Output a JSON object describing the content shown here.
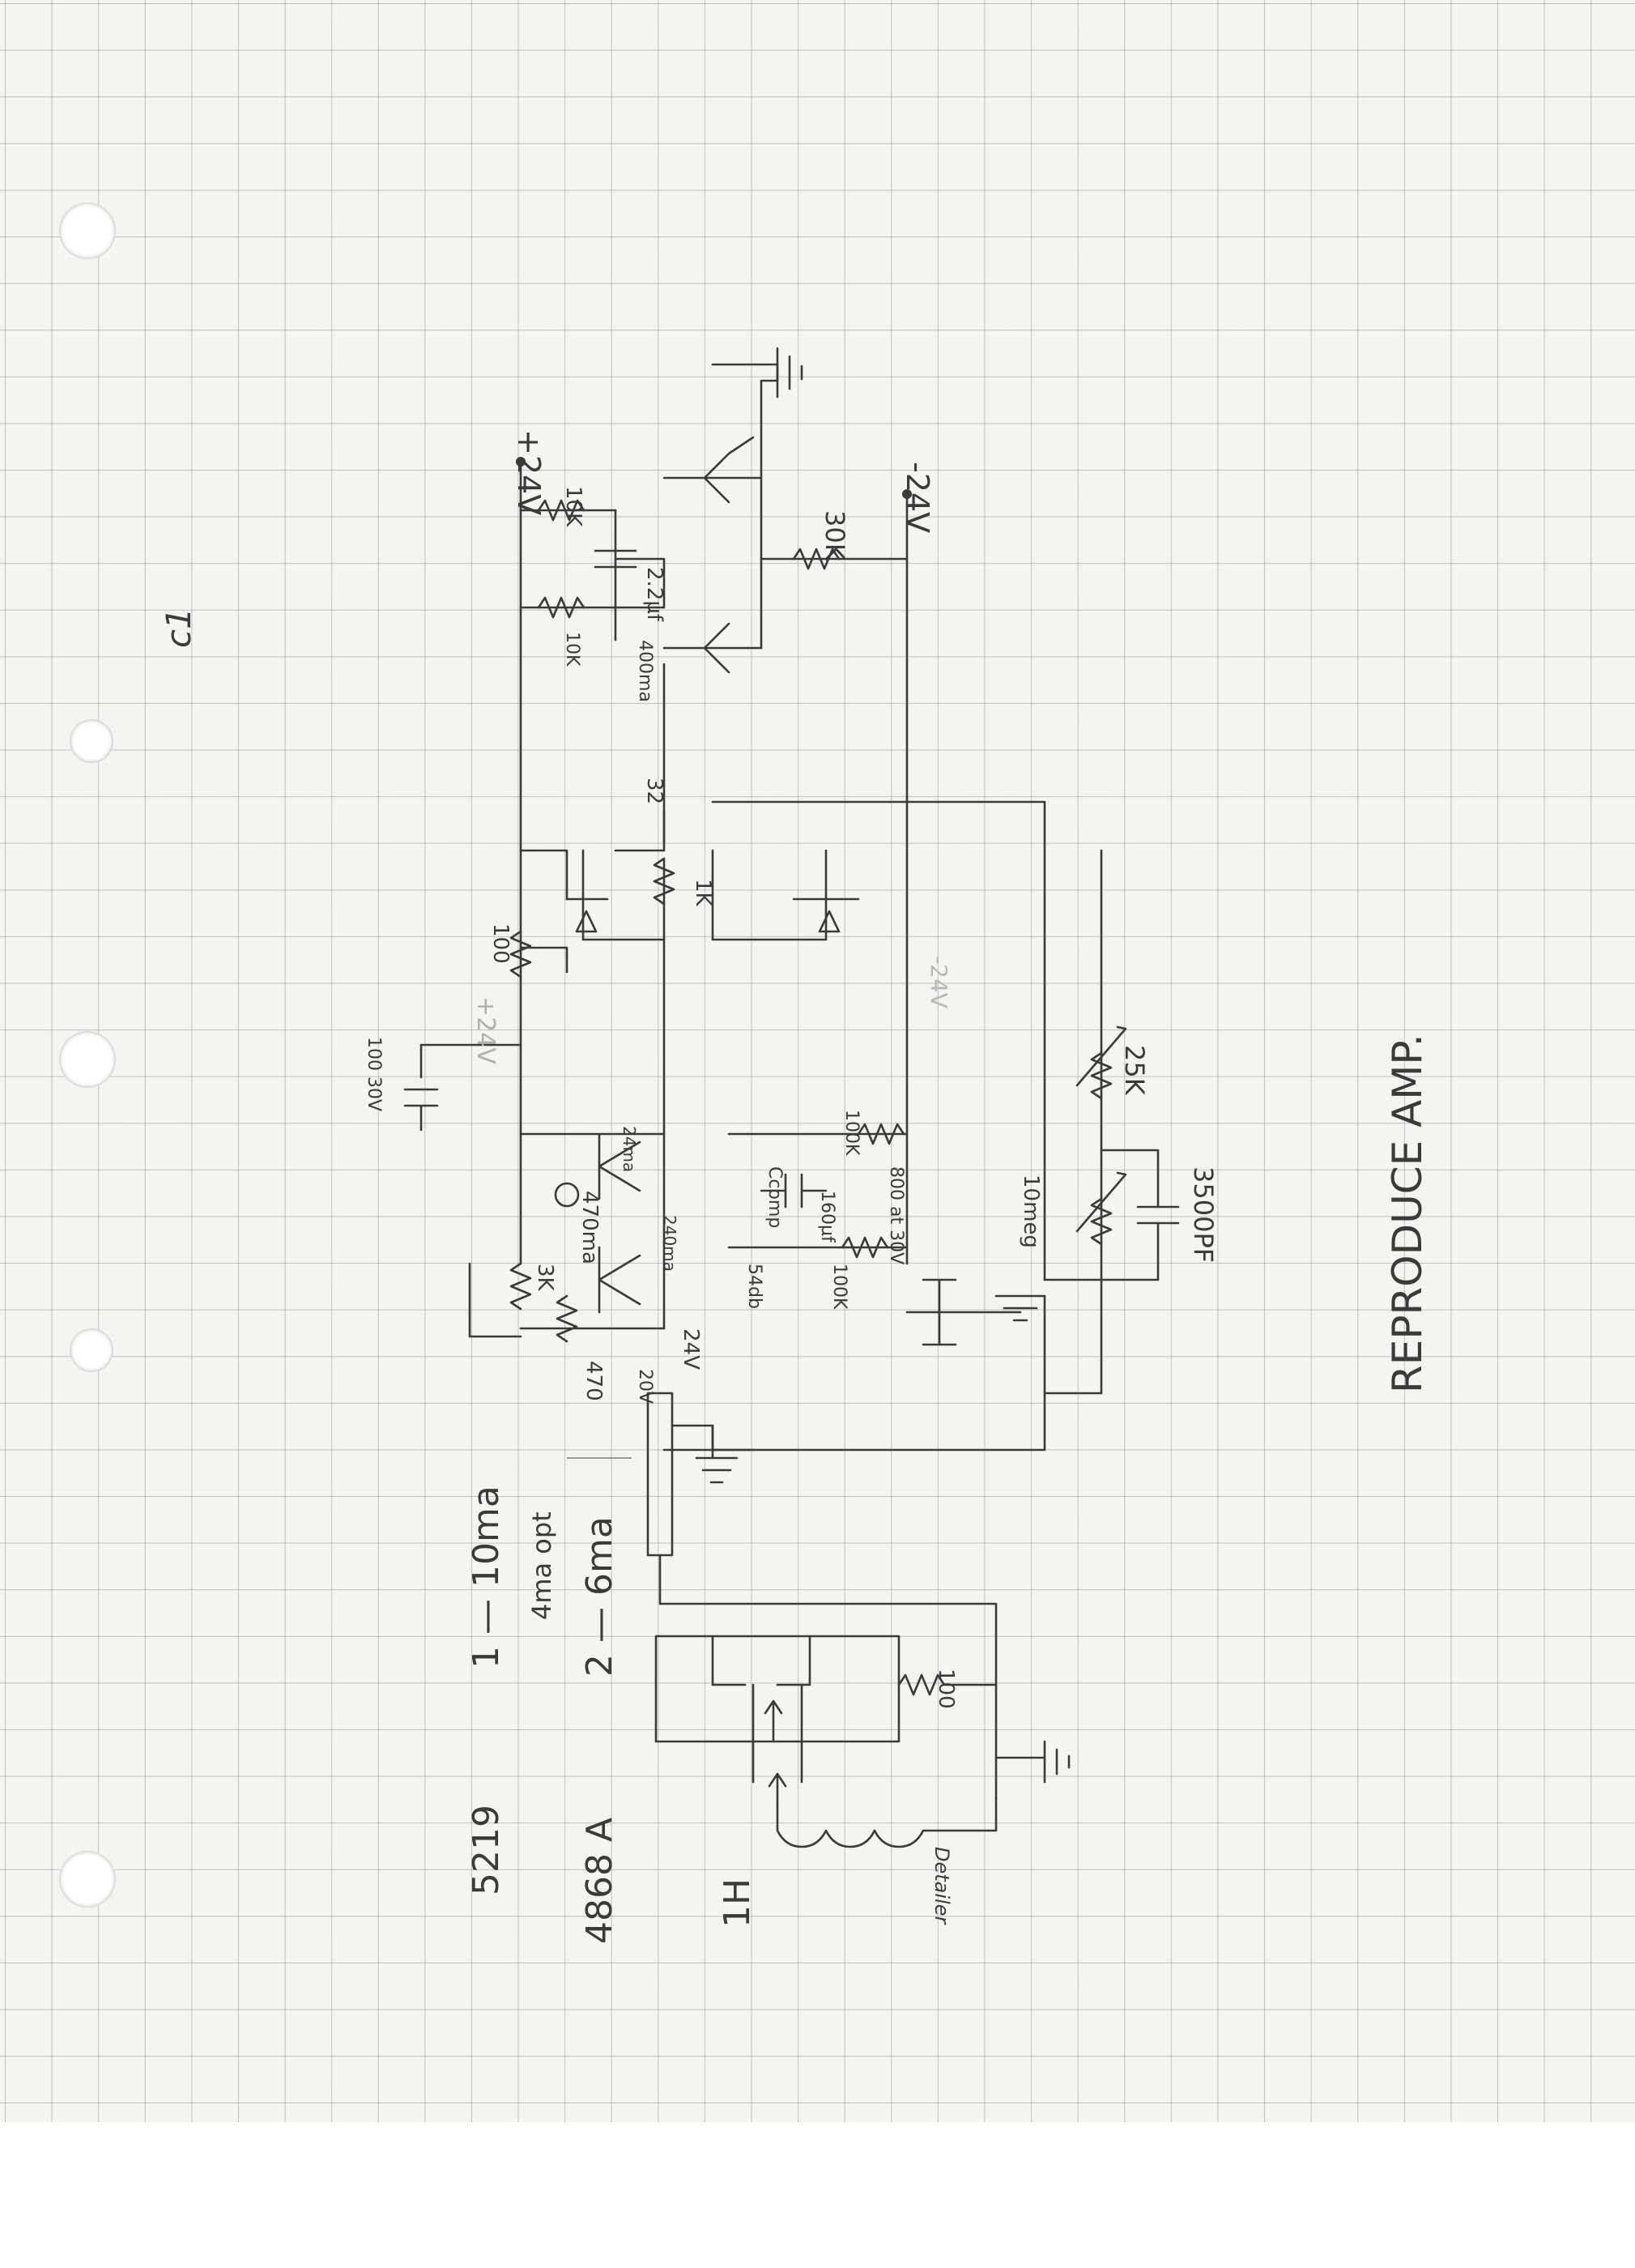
{
  "page": {
    "page_mark": "c1",
    "title": "REPRODUCE AMP."
  },
  "supplies": {
    "pos_rail": "+24V",
    "neg_rail": "-24V",
    "faint_rail_note": "+24V",
    "faint_neg_note": "-24V"
  },
  "components": {
    "r_10k_top": "10K",
    "cap_2_2uf": "2.2µf",
    "r_10k_second": "10K",
    "current_400ma": "400ma",
    "r_30k": "30K",
    "node_32": "32",
    "pot_1k": "1K",
    "r_100_feed": "100",
    "cap_100_30v": "100  30V",
    "current_470ma": "470ma",
    "current_24ma": "24ma",
    "current_240ma": "240ma",
    "pot_3k": "3K",
    "r_470": "470",
    "volt_20v": "20V",
    "volt_24v": "24V",
    "gain_54db": "54db",
    "c_comp": "Ccomp",
    "cap_160uf": "160µf",
    "r_100k": "100K",
    "r_100k_lower": "100K",
    "cap_800_30v": "800 at 30V",
    "pot_10meg": "10meg",
    "pot_25k": "25K",
    "cap_3500pf": "3500PF",
    "r_100_input": "100",
    "inductor_1h": "1H",
    "inductor_label": "Detailer"
  },
  "notes": {
    "device_1": "5219",
    "range_1": "1 — 10ma",
    "opt_note": "4ma opt",
    "device_2": "4868 A",
    "range_2": "2 — 6ma",
    "inductance": "1H"
  }
}
